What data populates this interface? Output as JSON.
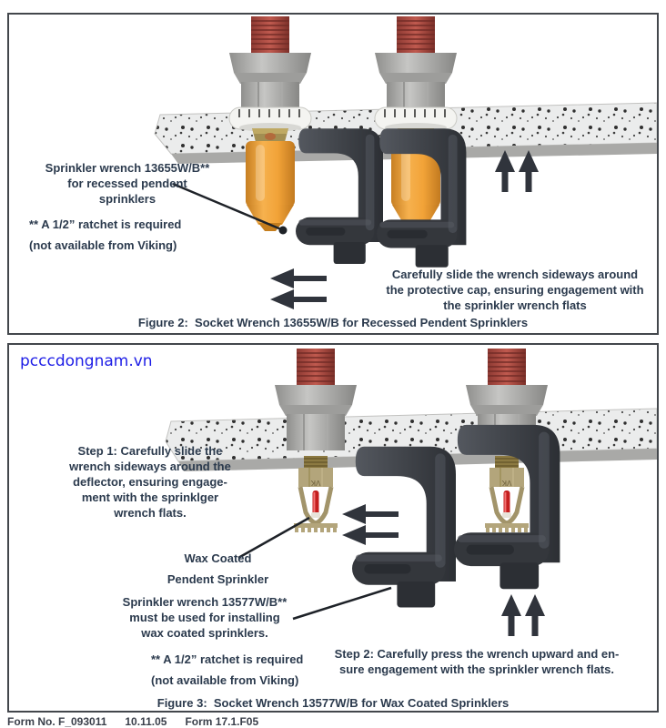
{
  "page": {
    "watermark": "pcccdongnam.vn",
    "footer": "Form No. F_093011      10.11.05      Form 17.1.F05"
  },
  "figure2": {
    "wrench_label": "Sprinkler wrench 13655W/B**\nfor recessed pendent\nsprinklers",
    "ratchet_note": "** A 1/2” ratchet is required\n(not available from Viking)",
    "instruction": "Carefully slide the wrench sideways around\nthe protective cap, ensuring engagement with\nthe sprinkler wrench flats",
    "caption": "Figure 2:  Socket Wrench 13655W/B for Recessed Pendent Sprinklers"
  },
  "figure3": {
    "step1": "Step 1: Carefully slide the\nwrench sideways around the\ndeflector, ensuring engage-\nment with the sprinklger\nwrench flats.",
    "sprinkler_label": "Wax Coated\nPendent Sprinkler",
    "wrench_label": "Sprinkler wrench 13577W/B**\nmust be used for installing\nwax coated sprinklers.",
    "ratchet_note": "** A 1/2” ratchet is required\n(not available from Viking)",
    "step2": "Step 2: Carefully press the wrench upward and en-\nsure engagement with the sprinkler wrench flats.",
    "caption": "Figure 3:  Socket Wrench 13577W/B for Wax Coated Sprinklers"
  },
  "icons": {
    "slide_left_arrows": "◄◄",
    "press_up_arrows": "▲▲"
  },
  "colors": {
    "text": "#2b3a4d",
    "watermark_blue": "#1d1de6",
    "cap_orange": "#f0a23c",
    "pipe_red": "#a5463e",
    "wrench_dark": "#383b41",
    "brass": "#b3a57b"
  }
}
